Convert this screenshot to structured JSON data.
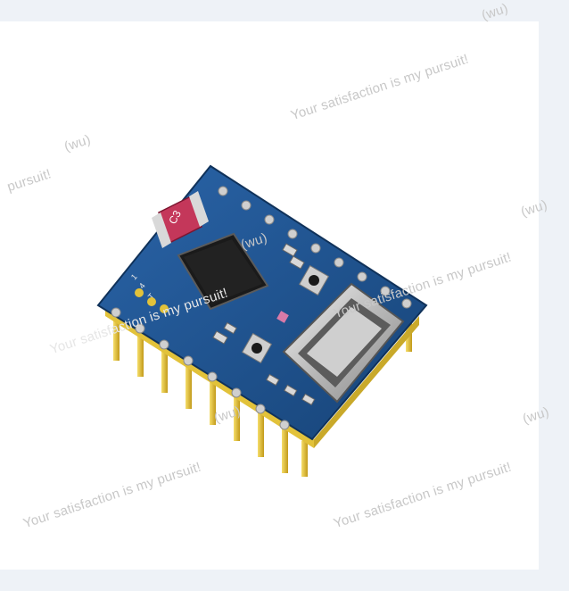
{
  "watermark": {
    "phrase": "Your satisfaction is my pursuit!",
    "tag": "(wu)",
    "fragment": "pursuit!"
  },
  "board": {
    "chip_label": "C3",
    "silk_1": "1",
    "silk_2": "4",
    "silk_3": "T",
    "pcb_color": "#1e4f8e",
    "header_color": "#e2c23a",
    "chip_marking_color": "#c4375a"
  },
  "product_icon": "esp32-c3-mini-board-icon"
}
